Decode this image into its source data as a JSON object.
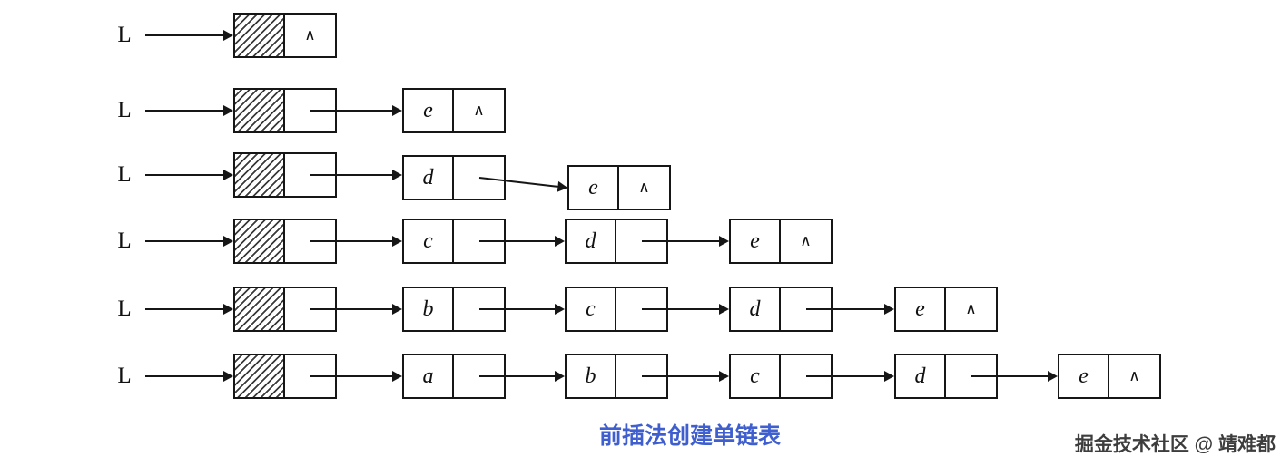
{
  "caption": "前插法创建单链表",
  "watermark": "掘金技术社区 @ 靖难都",
  "null_symbol": "∧",
  "colors": {
    "caption": "#3f5fce",
    "line": "#161616"
  },
  "rows": [
    {
      "label": "L",
      "nodes": []
    },
    {
      "label": "L",
      "nodes": [
        {
          "data": "e"
        }
      ]
    },
    {
      "label": "L",
      "nodes": [
        {
          "data": "d"
        },
        {
          "data": "e"
        }
      ]
    },
    {
      "label": "L",
      "nodes": [
        {
          "data": "c"
        },
        {
          "data": "d"
        },
        {
          "data": "e"
        }
      ]
    },
    {
      "label": "L",
      "nodes": [
        {
          "data": "b"
        },
        {
          "data": "c"
        },
        {
          "data": "d"
        },
        {
          "data": "e"
        }
      ]
    },
    {
      "label": "L",
      "nodes": [
        {
          "data": "a"
        },
        {
          "data": "b"
        },
        {
          "data": "c"
        },
        {
          "data": "d"
        },
        {
          "data": "e"
        }
      ]
    }
  ]
}
